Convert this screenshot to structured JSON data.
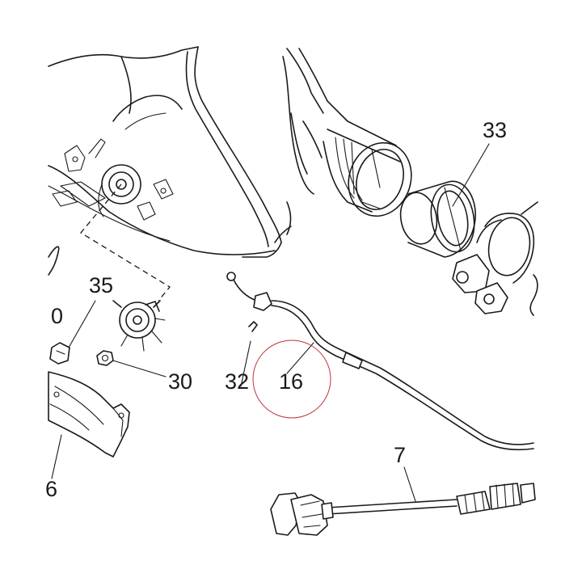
{
  "callouts": [
    {
      "id": "c33",
      "text": "33"
    },
    {
      "id": "c35",
      "text": "35"
    },
    {
      "id": "c0",
      "text": "0"
    },
    {
      "id": "c30",
      "text": "30"
    },
    {
      "id": "c32",
      "text": "32"
    },
    {
      "id": "c16",
      "text": "16"
    },
    {
      "id": "c6",
      "text": "6"
    },
    {
      "id": "c7",
      "text": "7"
    }
  ],
  "highlight": {
    "target": "16",
    "color": "#c0303a"
  }
}
